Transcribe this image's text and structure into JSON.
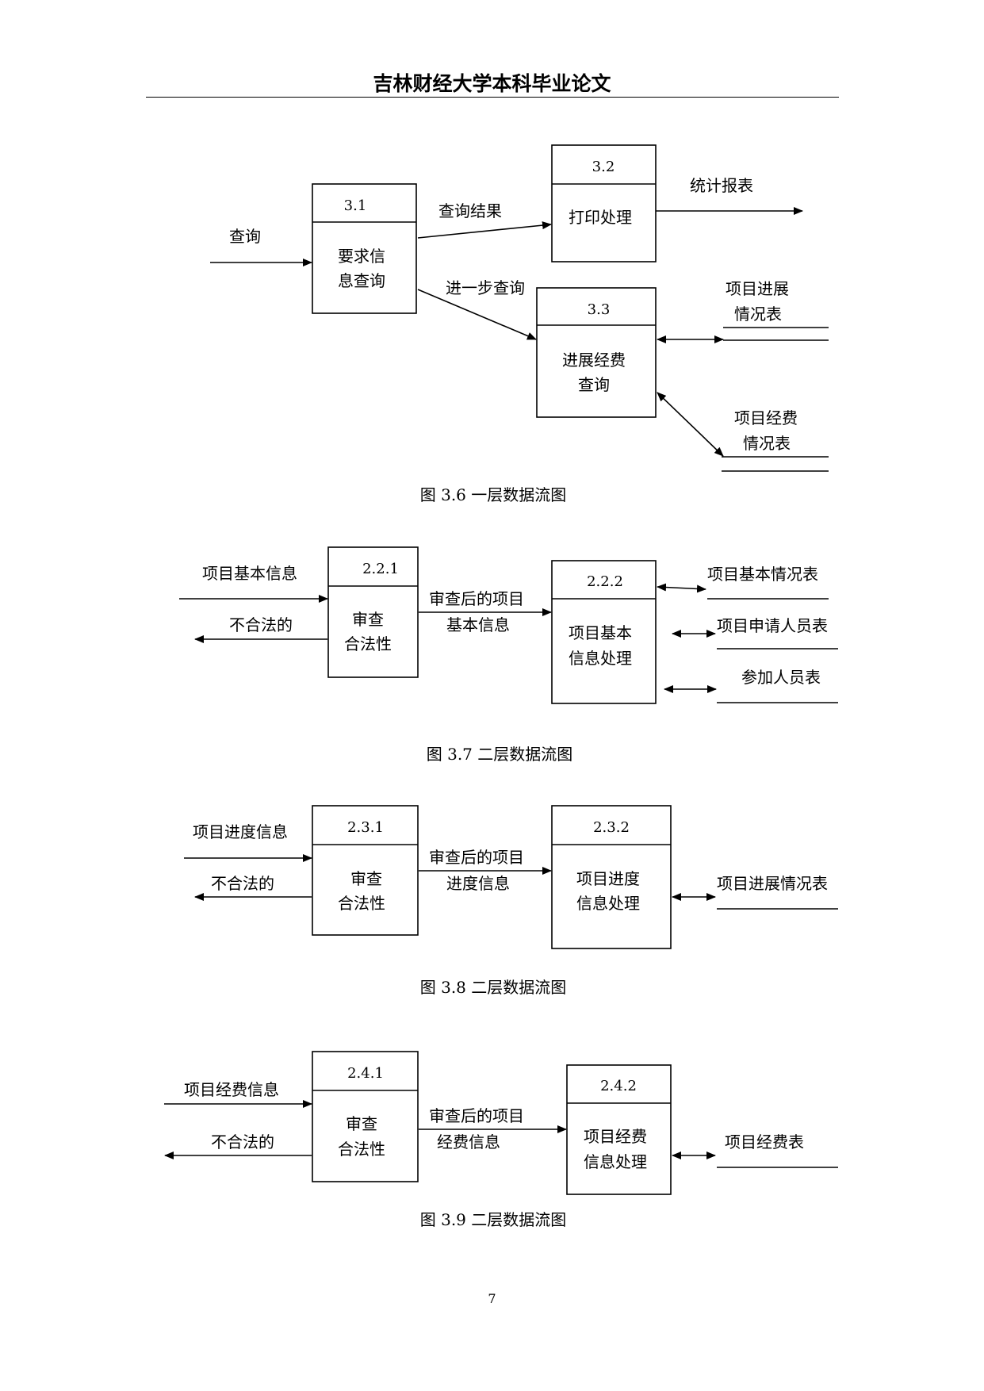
{
  "header": {
    "title": "吉林财经大学本科毕业论文"
  },
  "page_number": "7",
  "figures": [
    {
      "caption": "图 3.6 一层数据流图",
      "processes": [
        {
          "id": "3.1",
          "label_lines": [
            "要求信",
            "息查询"
          ]
        },
        {
          "id": "3.2",
          "label_lines": [
            "打印处理"
          ]
        },
        {
          "id": "3.3",
          "label_lines": [
            "进展经费",
            "查询"
          ]
        }
      ],
      "flows": [
        "查询",
        "查询结果",
        "统计报表",
        "进一步查询"
      ],
      "stores": [
        {
          "label_lines": [
            "项目进展",
            "情况表"
          ]
        },
        {
          "label_lines": [
            "项目经费",
            "情况表"
          ]
        }
      ]
    },
    {
      "caption": "图 3.7 二层数据流图",
      "processes": [
        {
          "id": "2.2.1",
          "label_lines": [
            "审查",
            "合法性"
          ]
        },
        {
          "id": "2.2.2",
          "label_lines": [
            "项目基本",
            "信息处理"
          ]
        }
      ],
      "flows": [
        "项目基本信息",
        "不合法的",
        "审查后的项目",
        "基本信息"
      ],
      "stores": [
        {
          "label_lines": [
            "项目基本情况表"
          ]
        },
        {
          "label_lines": [
            "项目申请人员表"
          ]
        },
        {
          "label_lines": [
            "参加人员表"
          ]
        }
      ]
    },
    {
      "caption": "图 3.8 二层数据流图",
      "processes": [
        {
          "id": "2.3.1",
          "label_lines": [
            "审查",
            "合法性"
          ]
        },
        {
          "id": "2.3.2",
          "label_lines": [
            "项目进度",
            "信息处理"
          ]
        }
      ],
      "flows": [
        "项目进度信息",
        "不合法的",
        "审查后的项目",
        "进度信息"
      ],
      "stores": [
        {
          "label_lines": [
            "项目进展情况表"
          ]
        }
      ]
    },
    {
      "caption": "图 3.9 二层数据流图",
      "processes": [
        {
          "id": "2.4.1",
          "label_lines": [
            "审查",
            "合法性"
          ]
        },
        {
          "id": "2.4.2",
          "label_lines": [
            "项目经费",
            "信息处理"
          ]
        }
      ],
      "flows": [
        "项目经费信息",
        "不合法的",
        "审查后的项目",
        "经费信息"
      ],
      "stores": [
        {
          "label_lines": [
            "项目经费表"
          ]
        }
      ]
    }
  ]
}
